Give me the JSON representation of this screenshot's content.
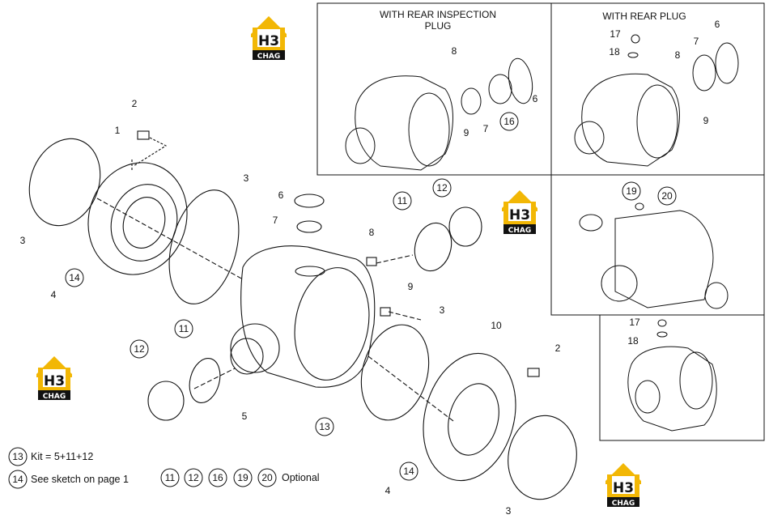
{
  "insets": {
    "rear_inspection_title_line1": "WITH REAR INSPECTION",
    "rear_inspection_title_line2": "PLUG",
    "rear_plug_title": "WITH REAR PLUG"
  },
  "logo": {
    "mark": "H3",
    "word": "CHAG"
  },
  "callouts": {
    "n1": "1",
    "n2": "2",
    "n3": "3",
    "n4": "4",
    "n5": "5",
    "n6": "6",
    "n7": "7",
    "n8": "8",
    "n9": "9",
    "n10": "10",
    "n11": "11",
    "n12": "12",
    "n13": "13",
    "n14": "14",
    "n16": "16",
    "n17": "17",
    "n18": "18",
    "n19": "19",
    "n20": "20"
  },
  "notes": {
    "kit_number": "13",
    "kit_text": "Kit = 5+11+12",
    "sketch_number": "14",
    "sketch_text": "See sketch on page 1",
    "optional_numbers": [
      "11",
      "12",
      "16",
      "19",
      "20"
    ],
    "optional_text": "Optional"
  },
  "colors": {
    "logo_yellow": "#f2b705",
    "logo_black": "#111111",
    "line": "#111111"
  }
}
